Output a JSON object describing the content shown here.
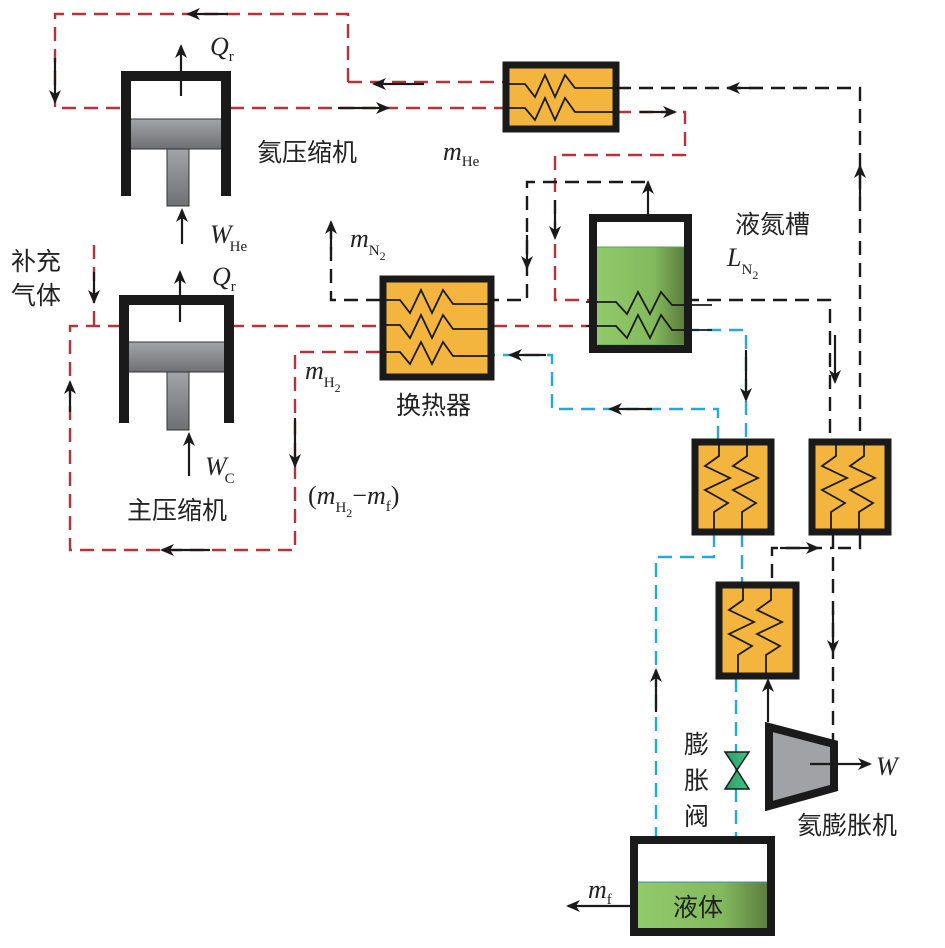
{
  "title": "Hydrogen liquefaction process with helium and nitrogen precooling",
  "colors": {
    "hydrogen_line": "#b5333a",
    "helium_nitrogen_line": "#1a1a1a",
    "liquid_hydrogen_line": "#2aa7d8",
    "heat_exchanger_fill": "#f3b53e",
    "liquid_fill": "#8cc765",
    "piston_fill": "#8d8e91",
    "valve_fill": "#2aa56e"
  },
  "labels": {
    "helium_compressor": "氦压缩机",
    "main_compressor": "主压缩机",
    "heat_exchanger": "换热器",
    "ln2_tank": "液氮槽",
    "makeup_gas_line1": "补充",
    "makeup_gas_line2": "气体",
    "expansion_valve_1": "膨",
    "expansion_valve_2": "胀",
    "expansion_valve_3": "阀",
    "helium_expander": "氦膨胀机",
    "liquid": "液体"
  },
  "symbols": {
    "Qr_top": {
      "main": "Q",
      "sub": "r"
    },
    "Qr_bottom": {
      "main": "Q",
      "sub": "r"
    },
    "W_He": {
      "main": "W",
      "sub": "He"
    },
    "W_C": {
      "main": "W",
      "sub": "C"
    },
    "m_He": {
      "main": "m",
      "sub": "He"
    },
    "m_N2": {
      "main": "m",
      "sub": "N",
      "subsub": "2"
    },
    "L_N2": {
      "main": "L",
      "sub": "N",
      "subsub": "2"
    },
    "m_H2": {
      "main": "m",
      "sub": "H",
      "subsub": "2"
    },
    "m_H2_minus_mf": {
      "open": "(",
      "m1": "m",
      "sub1": "H",
      "subsub1": "2",
      "minus": "−",
      "m2": "m",
      "sub2": "f",
      "close": ")"
    },
    "W": {
      "main": "W"
    },
    "m_f": {
      "main": "m",
      "sub": "f"
    }
  }
}
